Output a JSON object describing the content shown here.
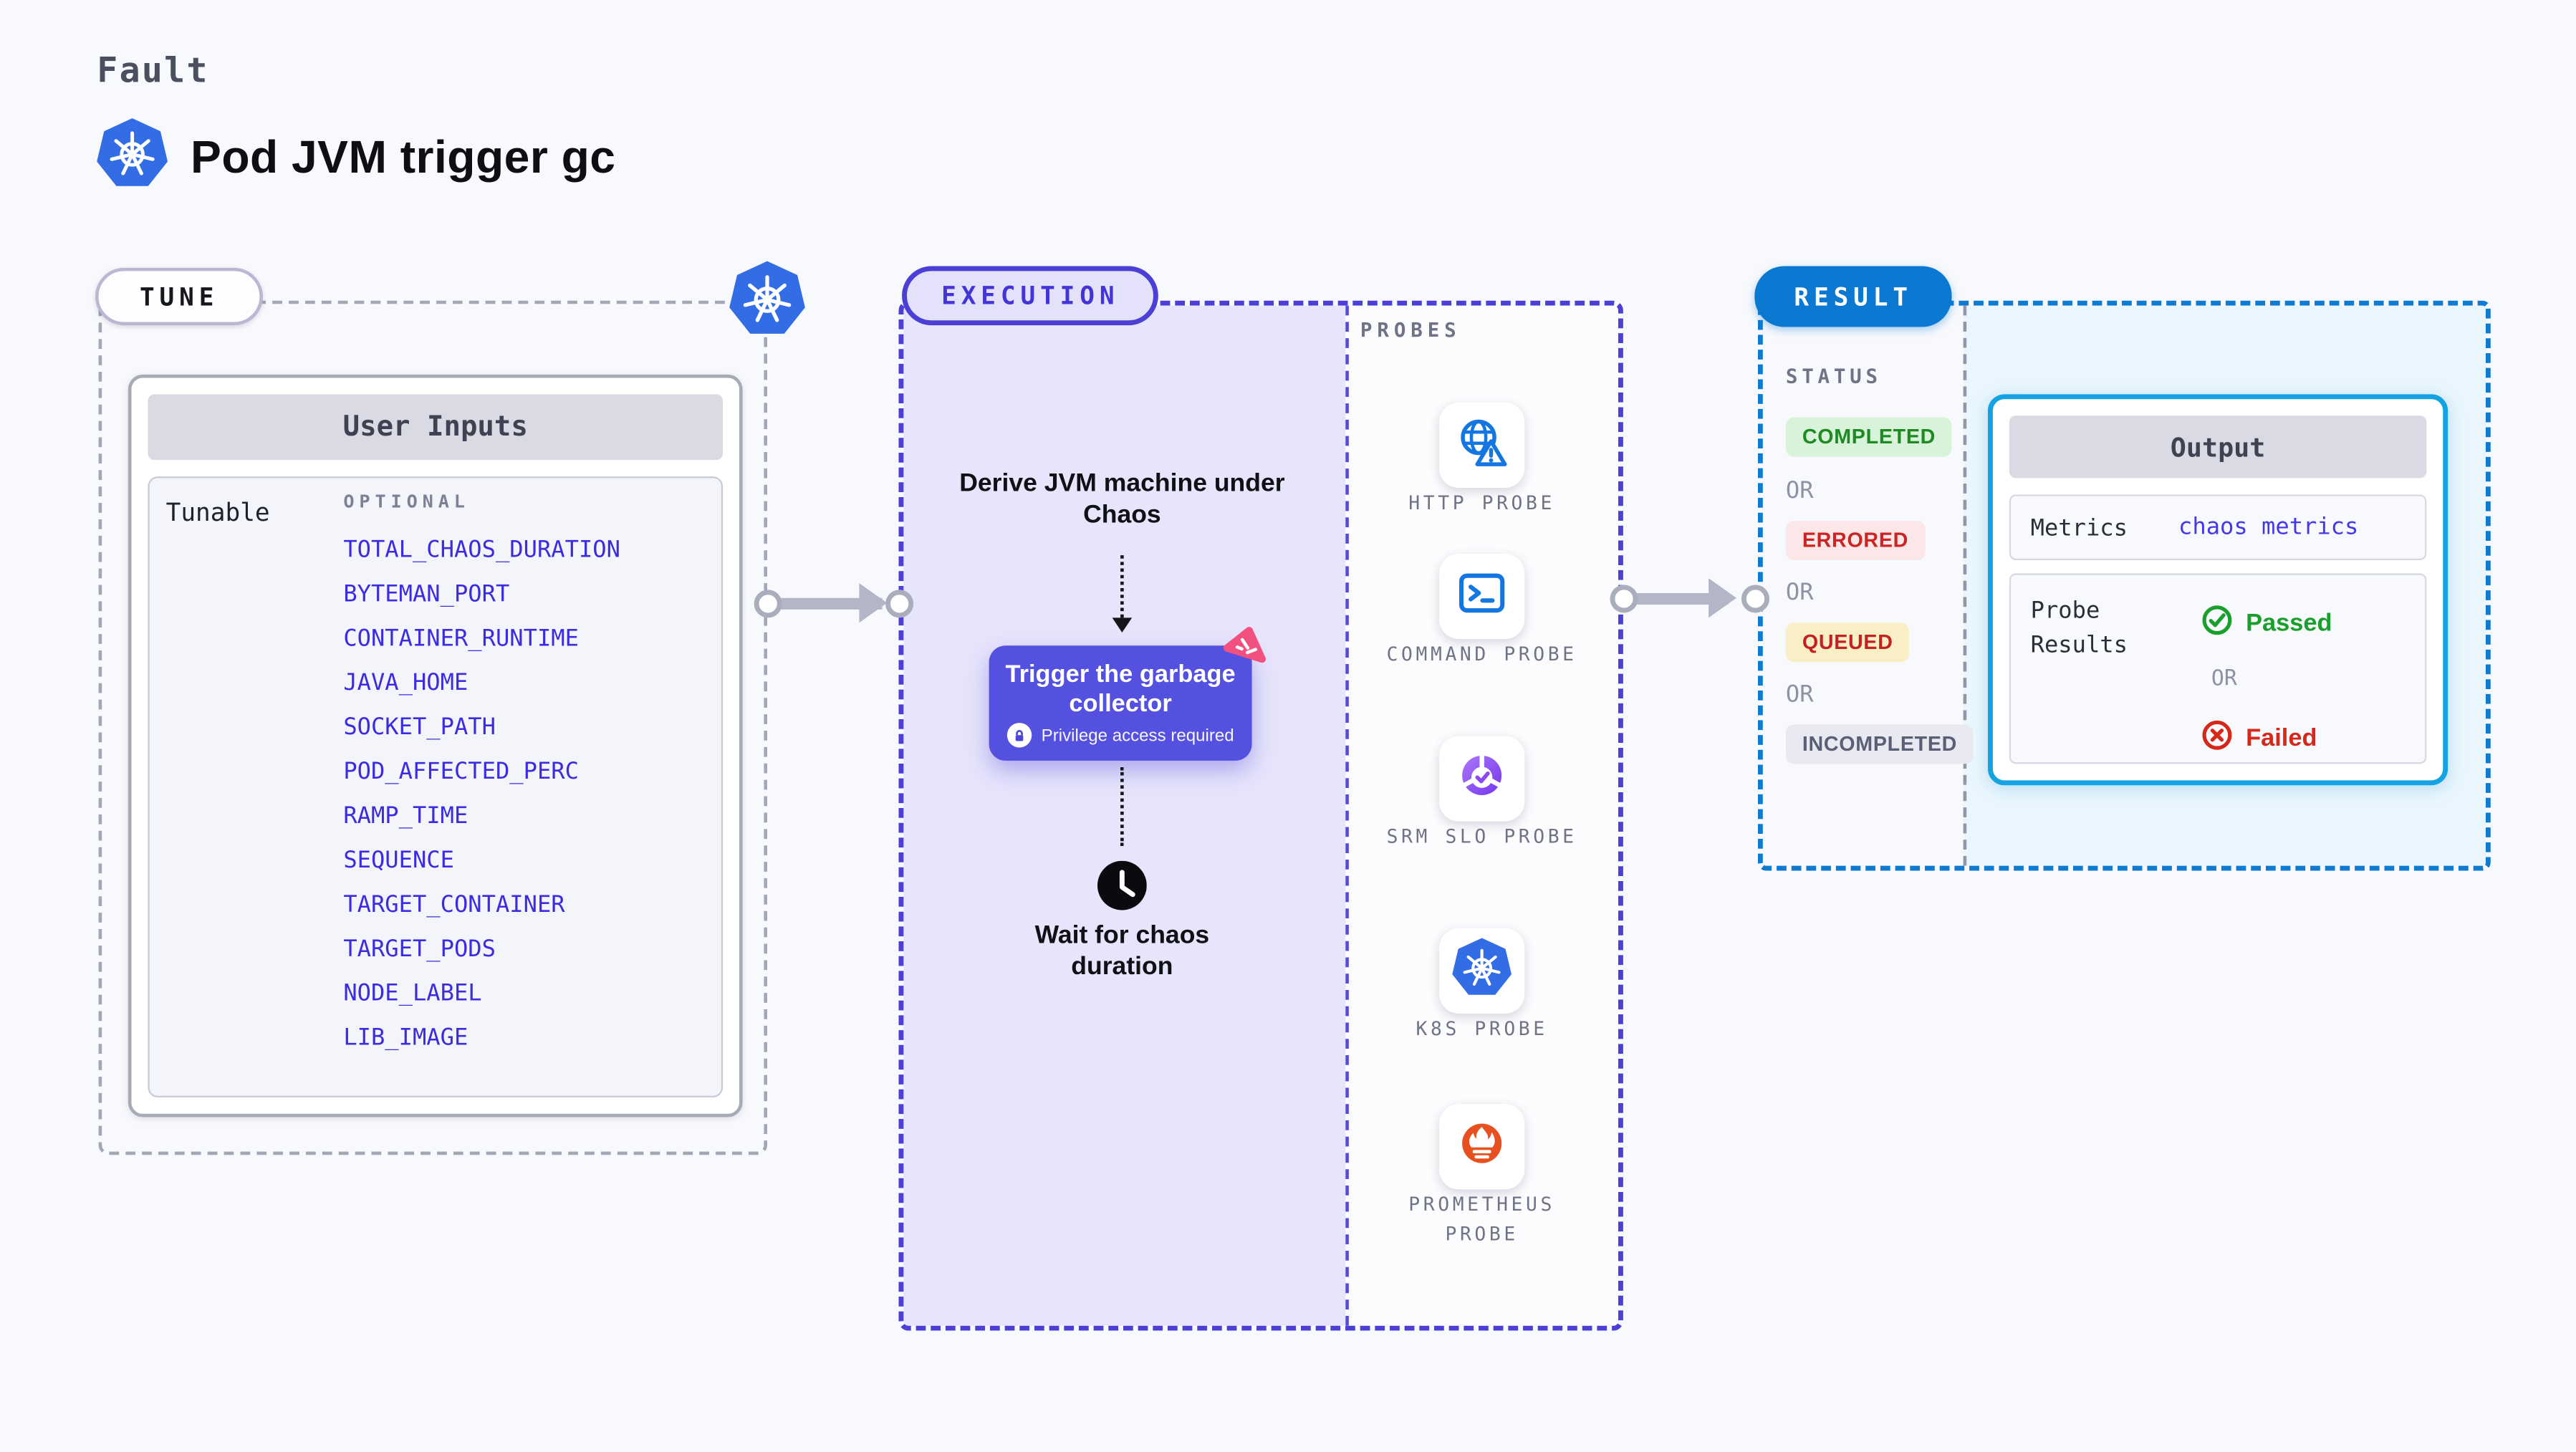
{
  "header": {
    "kicker": "Fault",
    "title": "Pod JVM trigger gc"
  },
  "tune": {
    "badge": "TUNE",
    "card_title": "User Inputs",
    "row_label": "Tunable",
    "column_label": "OPTIONAL",
    "params": [
      "TOTAL_CHAOS_DURATION",
      "BYTEMAN_PORT",
      "CONTAINER_RUNTIME",
      "JAVA_HOME",
      "SOCKET_PATH",
      "POD_AFFECTED_PERC",
      "RAMP_TIME",
      "SEQUENCE",
      "TARGET_CONTAINER",
      "TARGET_PODS",
      "NODE_LABEL",
      "LIB_IMAGE"
    ]
  },
  "execution": {
    "badge": "EXECUTION",
    "step_derive": "Derive JVM machine under Chaos",
    "action_title": "Trigger the garbage collector",
    "action_note": "Privilege access required",
    "step_wait": "Wait for chaos duration"
  },
  "probes": {
    "label": "PROBES",
    "items": [
      {
        "name": "HTTP PROBE",
        "icon": "globe-alert-icon"
      },
      {
        "name": "COMMAND PROBE",
        "icon": "terminal-icon"
      },
      {
        "name": "SRM SLO PROBE",
        "icon": "slo-gauge-icon"
      },
      {
        "name": "K8S PROBE",
        "icon": "kubernetes-icon"
      },
      {
        "name": "PROMETHEUS PROBE",
        "icon": "prometheus-icon"
      }
    ]
  },
  "result": {
    "badge": "RESULT",
    "status_label": "STATUS",
    "or_label": "OR",
    "statuses": [
      {
        "label": "COMPLETED",
        "bg": "#d9f2da",
        "color": "#1d8a24"
      },
      {
        "label": "ERRORED",
        "bg": "#fbe7e7",
        "color": "#cc2424"
      },
      {
        "label": "QUEUED",
        "bg": "#f9efc7",
        "color": "#c32222"
      },
      {
        "label": "INCOMPLETED",
        "bg": "#e9eaf1",
        "color": "#595f75"
      }
    ],
    "output": {
      "title": "Output",
      "metrics_label": "Metrics",
      "metrics_value": "chaos metrics",
      "probe_results_label": "Probe Results",
      "passed_label": "Passed",
      "failed_label": "Failed"
    }
  },
  "colors": {
    "page_bg": "#f8f9fd",
    "indigo_accent": "#4b3fd6",
    "execution_fill": "#e7e5fb",
    "action_button": "#5450e0",
    "result_blue": "#0b79d2",
    "output_border": "#14a2e2",
    "output_fill": "#e9f6fd",
    "param_link": "#3b2ce0",
    "passed_green": "#1a9e2c",
    "failed_red": "#d6281a",
    "kubernetes_blue": "#326de6",
    "prometheus_orange": "#e8501f",
    "chaos_pink": "#f2517f"
  }
}
